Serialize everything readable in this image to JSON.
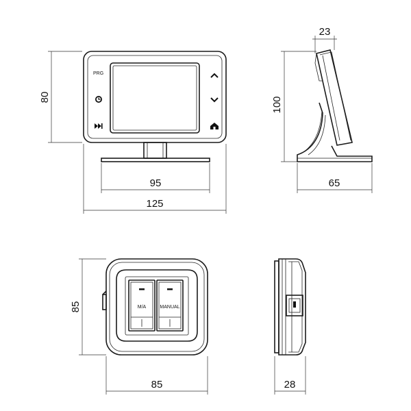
{
  "thermostat": {
    "label_prg": "PRG",
    "icons": [
      "clock-icon",
      "skip-icon",
      "up-arrow-icon",
      "down-arrow-icon",
      "home-icon"
    ]
  },
  "dimensions": {
    "front_height": "80",
    "stand_width": "95",
    "front_width": "125",
    "side_depth_top": "23",
    "side_height": "100",
    "side_base_depth": "65",
    "receiver_height": "85",
    "receiver_width": "85",
    "receiver_depth": "28"
  },
  "receiver": {
    "button_left": "M/A",
    "button_right": "MANUAL"
  }
}
